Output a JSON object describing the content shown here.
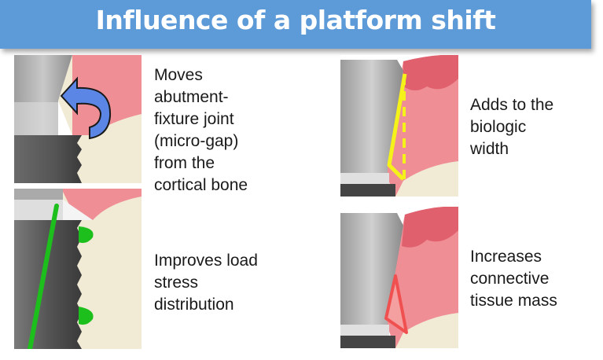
{
  "slide": {
    "title": "Influence of a platform shift",
    "header_color": "#5d9ad8"
  },
  "panels": [
    {
      "id": "microgap",
      "caption_lines": [
        "Moves",
        "abutment-",
        "fixture joint",
        "(micro-gap)",
        "from the",
        "cortical bone"
      ],
      "annotation": "curved-arrow",
      "annotation_color": "#5b86e6"
    },
    {
      "id": "load-stress",
      "caption_lines": [
        "Improves load",
        "stress",
        "distribution"
      ],
      "annotation": "load-line",
      "annotation_color": "#1dbf1d"
    },
    {
      "id": "biologic-width",
      "caption_lines": [
        "Adds to the",
        "biologic",
        "width"
      ],
      "annotation": "outline",
      "annotation_color": "#f5f21a"
    },
    {
      "id": "connective-tissue",
      "caption_lines": [
        "Increases",
        "connective",
        "tissue mass"
      ],
      "annotation": "triangle",
      "annotation_color": "#f05050"
    }
  ],
  "colors": {
    "gum": "#f08e95",
    "gum_dark": "#e0606e",
    "bone": "#f1ebd6",
    "abutment": "#bdbdbd",
    "implant": "#4a4a4a"
  }
}
